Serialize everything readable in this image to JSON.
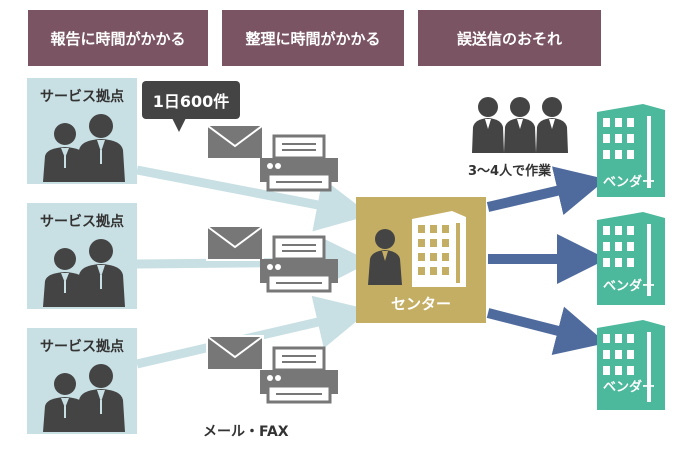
{
  "tags": [
    "報告に時間がかかる",
    "整理に時間がかかる",
    "誤送信のおそれ"
  ],
  "sites": [
    {
      "label": "サービス拠点"
    },
    {
      "label": "サービス拠点"
    },
    {
      "label": "サービス拠点"
    }
  ],
  "bubble": "1日600件",
  "channel_label": "メール・FAX",
  "center_label": "センター",
  "staff_label": "3～4人で作業",
  "vendors": [
    {
      "label": "ベンダー"
    },
    {
      "label": "ベンダー"
    },
    {
      "label": "ベンダー"
    }
  ],
  "colors": {
    "tag_bg": "#7a5463",
    "site_bg": "#c8dfe3",
    "center_bg": "#c4ae63",
    "vendor": "#4cb89c",
    "arrow_light": "#c8dfe3",
    "arrow_dark": "#4f6b9e",
    "person": "#444444"
  }
}
